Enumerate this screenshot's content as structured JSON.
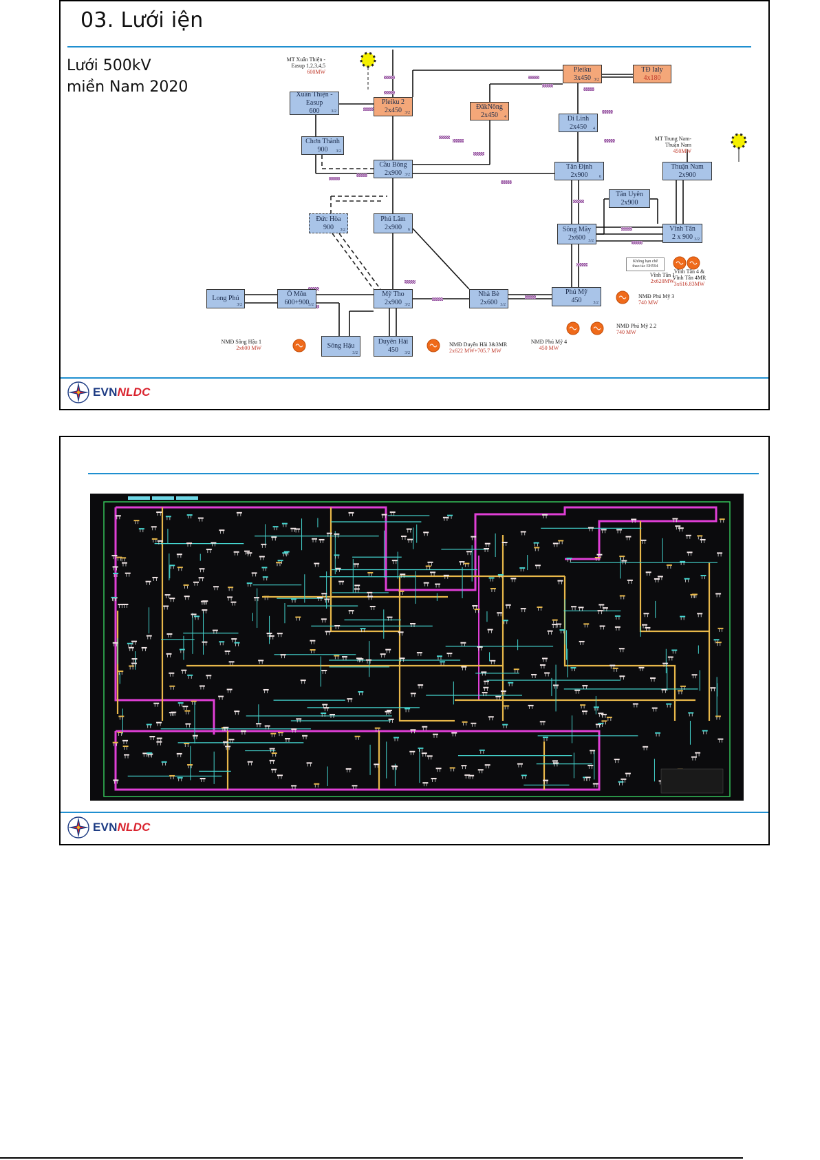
{
  "slide1": {
    "title": "03. Lưới   iện",
    "subtitle_lines": [
      "Lưới 500kV",
      "miền Nam 2020"
    ],
    "footer_logo": {
      "brand_a": "EVN",
      "brand_b": "NLDC"
    },
    "diagram": {
      "nodes": [
        {
          "id": "xuan-thien",
          "line1": "Xuân Thiện -",
          "line2": "Easup",
          "line3": "600",
          "tag": "3/2",
          "color": "blue"
        },
        {
          "id": "pleiku-2",
          "line1": "Pleiku 2",
          "line2": "2x450",
          "tag": "3/2",
          "color": "orange"
        },
        {
          "id": "pleiku",
          "line1": "Pleiku",
          "line2": "3x450",
          "tag": "3/2",
          "color": "orange"
        },
        {
          "id": "td-ialy",
          "line1": "TĐ Ialy",
          "line2": "4x180",
          "tag": "",
          "color": "orange",
          "line2_red": true
        },
        {
          "id": "daknong",
          "line1": "ĐăkNông",
          "line2": "2x450",
          "tag": "4",
          "color": "orange"
        },
        {
          "id": "di-linh",
          "line1": "Di Linh",
          "line2": "2x450",
          "tag": "4",
          "color": "blue"
        },
        {
          "id": "chon-thanh",
          "line1": "Chơn Thành",
          "line2": "900",
          "tag": "3/2",
          "color": "blue"
        },
        {
          "id": "cau-bong",
          "line1": "Cầu Bông",
          "line2": "2x900",
          "tag": "3/2",
          "color": "blue"
        },
        {
          "id": "tan-dinh",
          "line1": "Tân Định",
          "line2": "2x900",
          "tag": "6",
          "color": "blue"
        },
        {
          "id": "thuan-nam",
          "line1": "Thuận Nam",
          "line2": "2x900",
          "tag": "",
          "color": "blue"
        },
        {
          "id": "tan-uyen",
          "line1": "Tân Uyên",
          "line2": "2x900",
          "tag": "",
          "color": "blue"
        },
        {
          "id": "duc-hoa",
          "line1": "Đức Hòa",
          "line2": "900",
          "tag": "3/2",
          "color": "blue",
          "dashed": true
        },
        {
          "id": "phu-lam",
          "line1": "Phú Lâm",
          "line2": "2x900",
          "tag": "6",
          "color": "blue"
        },
        {
          "id": "song-may",
          "line1": "Sông Mây",
          "line2": "2x600",
          "tag": "3/2",
          "color": "blue"
        },
        {
          "id": "vinh-tan",
          "line1": "Vĩnh Tân",
          "line2": "2 x 900",
          "tag": "3/2",
          "color": "blue"
        },
        {
          "id": "long-phu",
          "line1": "Long Phú",
          "line2": "",
          "tag": "3/2",
          "color": "blue"
        },
        {
          "id": "o-mon",
          "line1": "Ô Môn",
          "line2": "600+900",
          "tag": "3/2",
          "color": "blue"
        },
        {
          "id": "my-tho",
          "line1": "Mỹ Tho",
          "line2": "2x900",
          "tag": "3/2",
          "color": "blue"
        },
        {
          "id": "nha-be",
          "line1": "Nhà Bè",
          "line2": "2x600",
          "tag": "3/2",
          "color": "blue"
        },
        {
          "id": "phu-my",
          "line1": "Phú Mỹ",
          "line2": "450",
          "tag": "3/2",
          "color": "blue"
        },
        {
          "id": "song-hau",
          "line1": "Sông Hậu",
          "line2": "",
          "tag": "3/2",
          "color": "blue"
        },
        {
          "id": "duyen-hai",
          "line1": "Duyên Hải",
          "line2": "450",
          "tag": "3/2",
          "color": "blue"
        }
      ],
      "generators": [
        {
          "id": "mt-xuan-thien",
          "type": "solar",
          "name": "MT Xuân Thiện -",
          "name2": "Easup 1,2,3,4,5",
          "mw": "600MW"
        },
        {
          "id": "mt-trung-nam",
          "type": "solar",
          "name": "MT Trung Nam-",
          "name2": "Thuận Nam",
          "mw": "450MW"
        },
        {
          "id": "vinh-tan-1",
          "type": "thermal",
          "name": "Vĩnh Tân 1",
          "name2": "",
          "mw": "2x620MW"
        },
        {
          "id": "vinh-tan-4",
          "type": "thermal",
          "name": "Vĩnh Tân 4 &",
          "name2": "Vĩnh Tân 4MR",
          "mw": "3x616.83MW"
        },
        {
          "id": "phu-my-3",
          "type": "thermal",
          "name": "NMĐ Phú Mỹ 3",
          "name2": "",
          "mw": "740 MW"
        },
        {
          "id": "phu-my-22",
          "type": "thermal",
          "name": "NMĐ Phú Mỹ 2.2",
          "name2": "",
          "mw": "740 MW"
        },
        {
          "id": "phu-my-4",
          "type": "thermal",
          "name": "NMĐ Phú Mỹ 4",
          "name2": "",
          "mw": "450 MW"
        },
        {
          "id": "song-hau-1",
          "type": "thermal",
          "name": "NMĐ Sông Hậu 1",
          "name2": "",
          "mw": "2x600 MW"
        },
        {
          "id": "duyen-hai-3",
          "type": "thermal",
          "name": "NMĐ Duyên Hải 3&3MR",
          "name2": "",
          "mw": "2x622 MW+705.7 MW"
        }
      ],
      "note": {
        "line1": "Không hạn chế",
        "line2": "thao tác EH594"
      }
    }
  },
  "slide2": {
    "title": "",
    "photo_alt": "Sơ đồ lưới điện trên màn hình điều độ",
    "footer_logo": {
      "brand_a": "EVN",
      "brand_b": "NLDC"
    }
  },
  "colors": {
    "rule": "#1f8fd0",
    "node_blue": "#a9c4e8",
    "node_orange": "#f4a779",
    "mw_red": "#c0392b",
    "brand_blue": "#1d3b83",
    "brand_red": "#d9232e",
    "screen_bg": "#0b0b0d",
    "line_cyan": "#45d6d0",
    "line_yellow": "#e8b84a",
    "line_magenta": "#e03fd6",
    "frame_green": "#35c35a"
  }
}
